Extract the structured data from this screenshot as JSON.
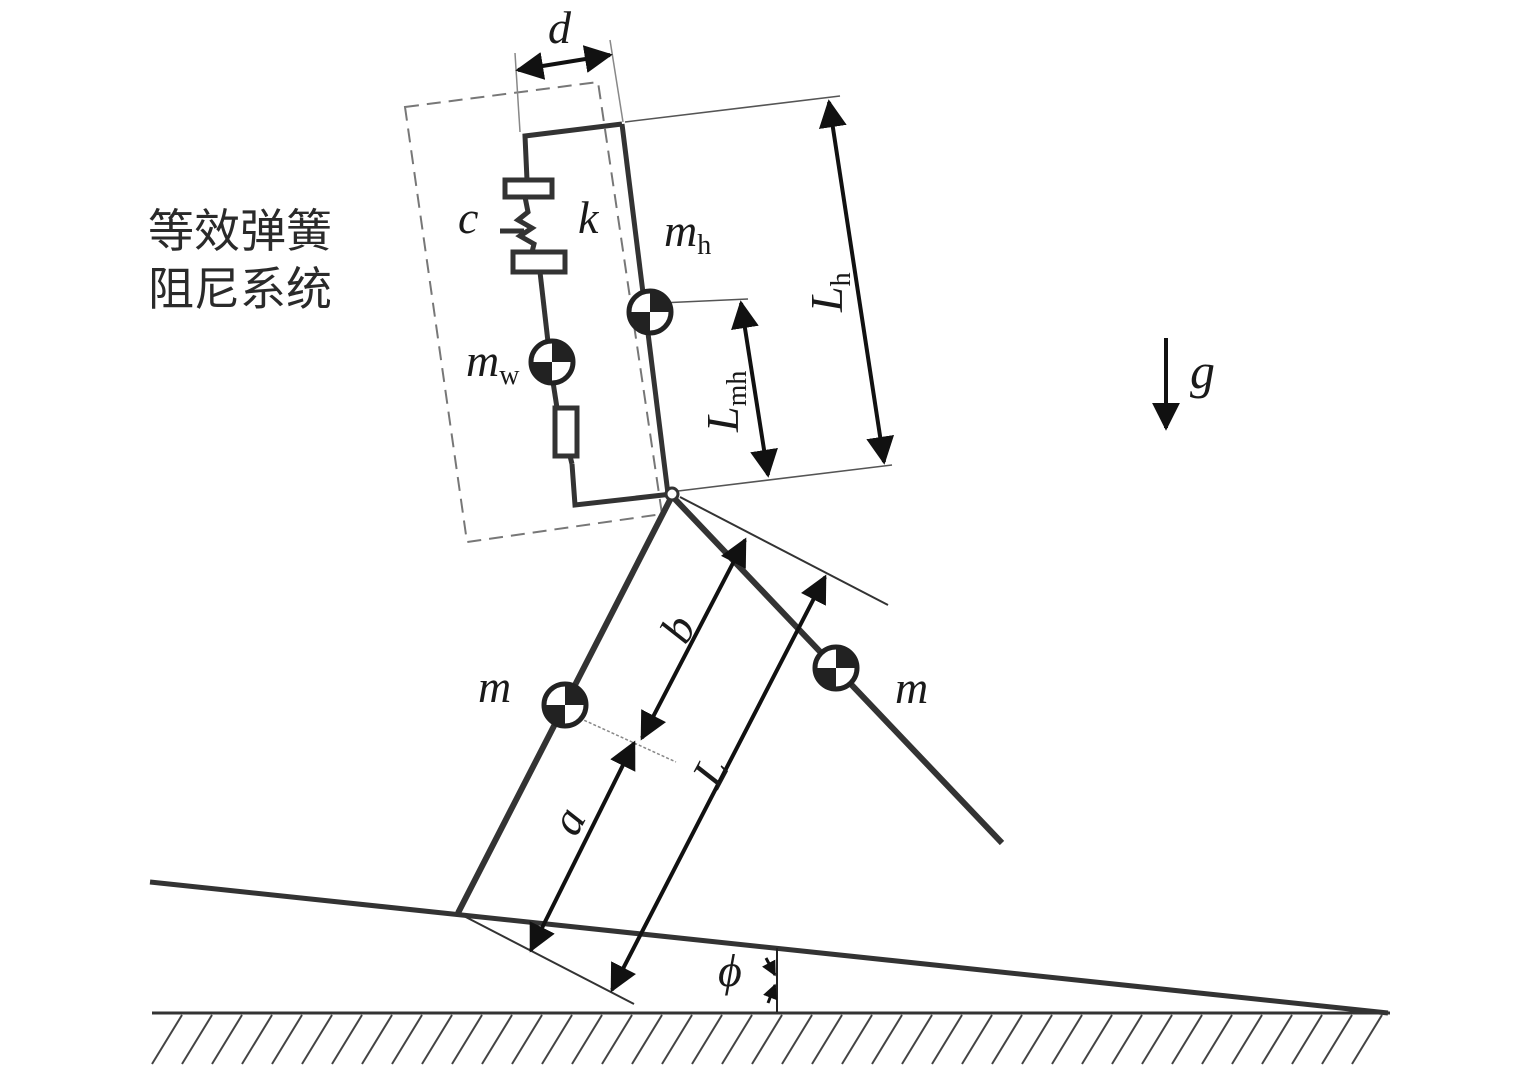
{
  "system_label_line1": "等效弹簧",
  "system_label_line2": "阻尼系统",
  "labels": {
    "d": "d",
    "c": "c",
    "k": "k",
    "m_h": "m",
    "m_h_sub": "h",
    "m_w": "m",
    "m_w_sub": "w",
    "L_h": "L",
    "L_h_sub": "h",
    "L_mh": "L",
    "L_mh_sub": "mh",
    "g": "g",
    "m_left": "m",
    "m_right": "m",
    "b": "b",
    "a": "a",
    "L": "L",
    "phi": "ϕ"
  }
}
